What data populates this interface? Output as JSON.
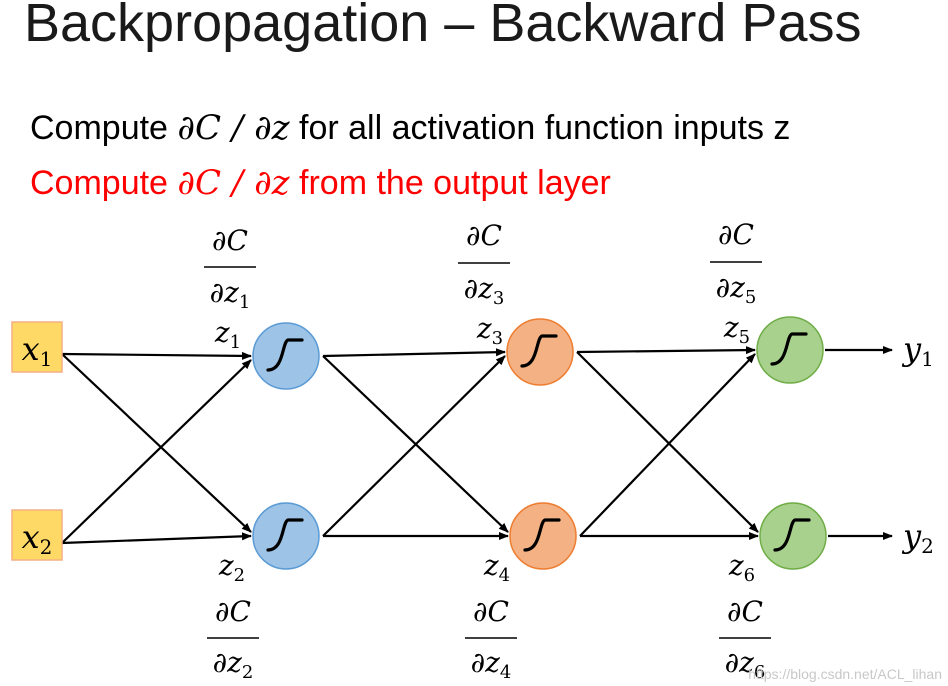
{
  "title": "Backpropagation – Backward Pass",
  "line1": {
    "prefix": "Compute ",
    "math": "∂C / ∂z",
    "suffix": " for all activation function inputs z"
  },
  "line2": {
    "prefix": "Compute ",
    "math": "∂C / ∂z",
    "suffix": " from the output layer"
  },
  "inputs": [
    {
      "var": "x",
      "sub": "1"
    },
    {
      "var": "x",
      "sub": "2"
    }
  ],
  "outputs": [
    {
      "var": "y",
      "sub": "1"
    },
    {
      "var": "y",
      "sub": "2"
    }
  ],
  "neuron_labels": [
    {
      "var": "z",
      "sub": "1"
    },
    {
      "var": "z",
      "sub": "2"
    },
    {
      "var": "z",
      "sub": "3"
    },
    {
      "var": "z",
      "sub": "4"
    },
    {
      "var": "z",
      "sub": "5"
    },
    {
      "var": "z",
      "sub": "6"
    }
  ],
  "gradients": [
    {
      "num": "∂C",
      "den": "∂z",
      "sub": "1"
    },
    {
      "num": "∂C",
      "den": "∂z",
      "sub": "2"
    },
    {
      "num": "∂C",
      "den": "∂z",
      "sub": "3"
    },
    {
      "num": "∂C",
      "den": "∂z",
      "sub": "4"
    },
    {
      "num": "∂C",
      "den": "∂z",
      "sub": "5"
    },
    {
      "num": "∂C",
      "den": "∂z",
      "sub": "6"
    }
  ],
  "colors": {
    "input_fill": "#ffd966",
    "input_stroke": "#f4b183",
    "layer1": "#9dc3e6",
    "layer1_stroke": "#5b9bd5",
    "layer2": "#f4b183",
    "layer2_stroke": "#ed7d31",
    "layer3": "#a9d18e",
    "layer3_stroke": "#70ad47",
    "highlight": "#ff0000"
  },
  "watermark": "https://blog.csdn.net/ACL_lihan"
}
